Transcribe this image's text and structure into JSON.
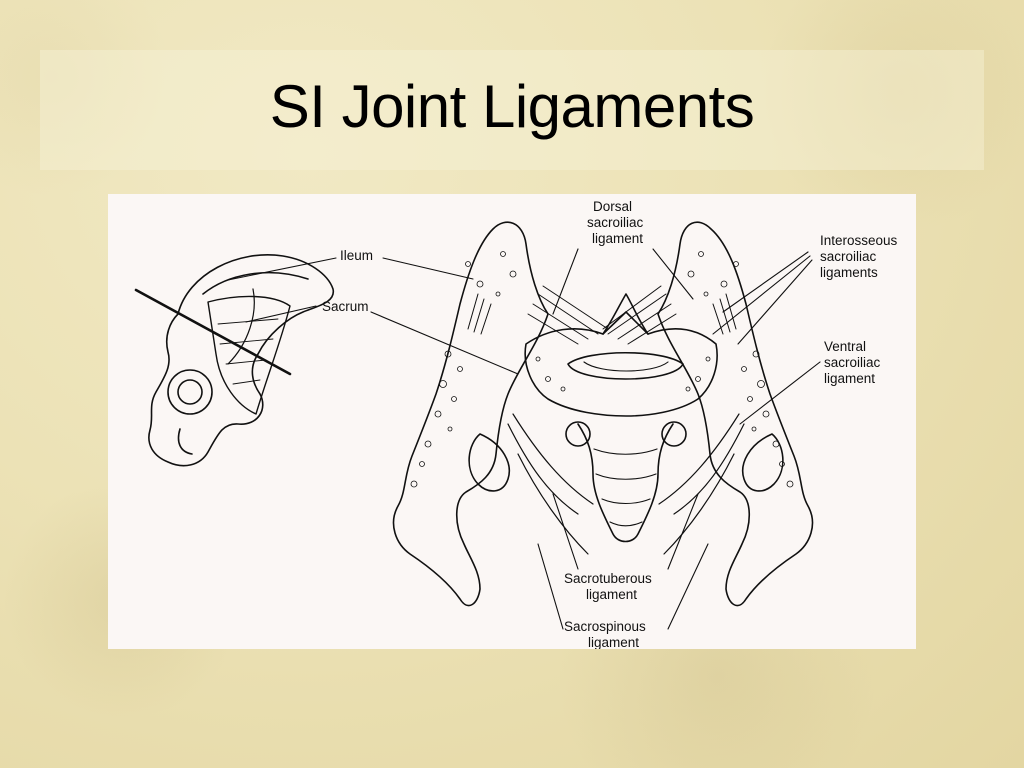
{
  "slide": {
    "title": "SI Joint Ligaments"
  },
  "figure": {
    "labels": {
      "ileum": "Ileum",
      "sacrum": "Sacrum",
      "dorsal": [
        "Dorsal",
        "sacroiliac",
        "ligament"
      ],
      "interosseous": [
        "Interosseous",
        "sacroiliac",
        "ligaments"
      ],
      "ventral": [
        "Ventral",
        "sacroiliac",
        "ligament"
      ],
      "sacrotuberous": [
        "Sacrotuberous",
        "ligament"
      ],
      "sacrospinous": [
        "Sacrospinous",
        "ligament"
      ]
    }
  }
}
